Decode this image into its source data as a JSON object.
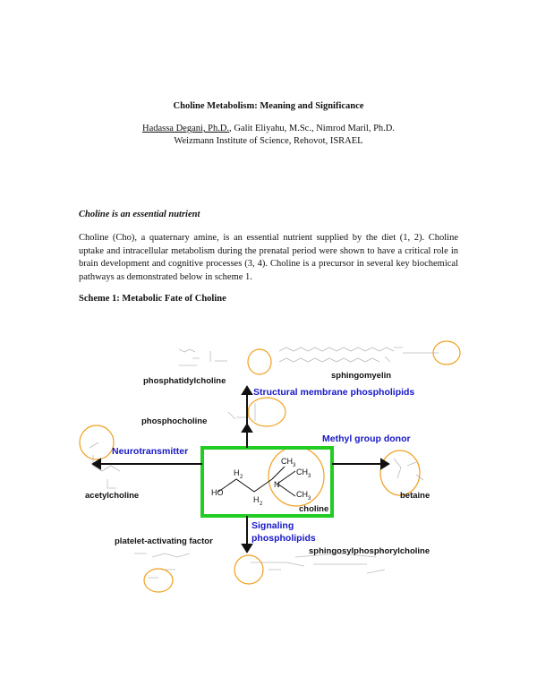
{
  "paper": {
    "title": "Choline Metabolism: Meaning and Significance",
    "authors_lead": "Hadassa Degani, Ph.D.",
    "authors_rest": ", Galit Eliyahu, M.Sc., Nimrod Maril, Ph.D.",
    "affiliation": "Weizmann Institute of Science, Rehovot, ISRAEL",
    "section_heading": "Choline is an essential nutrient",
    "paragraph": "Choline (Cho), a quaternary amine, is an essential nutrient supplied by the diet (1, 2). Choline uptake and intracellular metabolism during the prenatal period were shown to have a critical role in brain development and cognitive processes (3, 4). Choline is a precursor in several key biochemical pathways as demonstrated below in scheme 1.",
    "scheme_heading": "Scheme 1: Metabolic Fate of Choline"
  },
  "scheme": {
    "phosphatidylcholine": "phosphatidylcholine",
    "sphingomyelin": "sphingomyelin",
    "structural": "Structural membrane phospholipids",
    "phosphocholine": "phosphocholine",
    "neurotransmitter": "Neurotransmitter",
    "methyl_donor": "Methyl group donor",
    "acetylcholine": "acetylcholine",
    "choline": "choline",
    "betaine": "betaine",
    "signaling_line1": "Signaling",
    "signaling_line2": "phospholipids",
    "paf": "platelet-activating factor",
    "sphingosyl": "sphingosylphosphorylcholine",
    "colors": {
      "highlight_box": "#22cc22",
      "circle": "#f0a020",
      "accent_text": "#1818c8"
    }
  }
}
